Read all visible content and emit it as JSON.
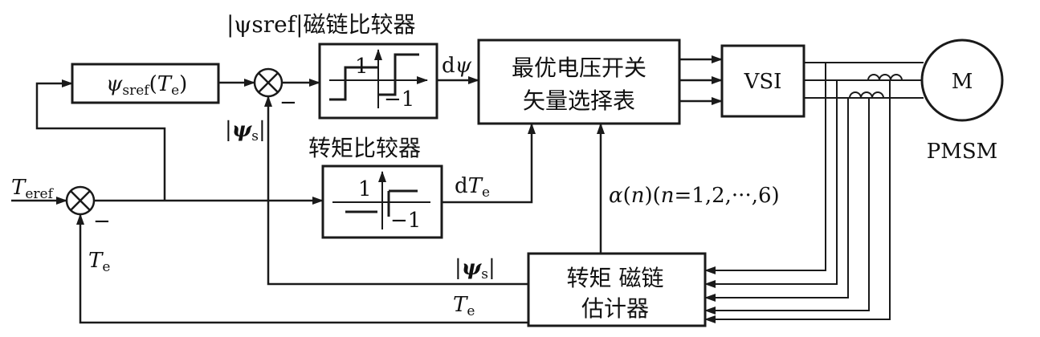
{
  "blocks": {
    "flux_ref": {
      "psi": "ψ",
      "sub": "sref",
      "open": "(",
      "T": "T",
      "Tsub": "e",
      "close": ")"
    },
    "flux_comparator": {
      "title": "|ψsref|磁链比较器",
      "upper": "1",
      "lower": "−1"
    },
    "torque_comparator": {
      "title": "转矩比较器",
      "upper": "1",
      "lower": "−1"
    },
    "switch_table": {
      "line1": "最优电压开关",
      "line2": "矢量选择表"
    },
    "vsi": {
      "label": "VSI"
    },
    "motor": {
      "symbol": "M",
      "name": "PMSM"
    },
    "estimator": {
      "line1": "转矩 磁链",
      "line2": "估计器"
    }
  },
  "signals": {
    "T_eref": {
      "main": "T",
      "sub": "eref"
    },
    "T_e_feedback": {
      "main": "T",
      "sub": "e"
    },
    "T_e_estimator": {
      "main": "T",
      "sub": "e"
    },
    "psi_s_left": {
      "bar1": "|",
      "psi": "ψ",
      "sub": "s",
      "bar2": "|"
    },
    "psi_s_estimator": {
      "bar1": "|",
      "psi": "ψ",
      "sub": "s",
      "bar2": "|"
    },
    "d_psi": {
      "d": "d",
      "psi": "ψ"
    },
    "d_Te": {
      "d": "d",
      "T": "T",
      "sub": "e"
    },
    "alpha": {
      "a": "α",
      "p1": "(",
      "n": "n",
      "p2": ")(",
      "n2": "n",
      "rest": "=1,2,···,6)"
    }
  },
  "summing_junctions": {
    "flux_minus": "−",
    "torque_minus": "−"
  }
}
